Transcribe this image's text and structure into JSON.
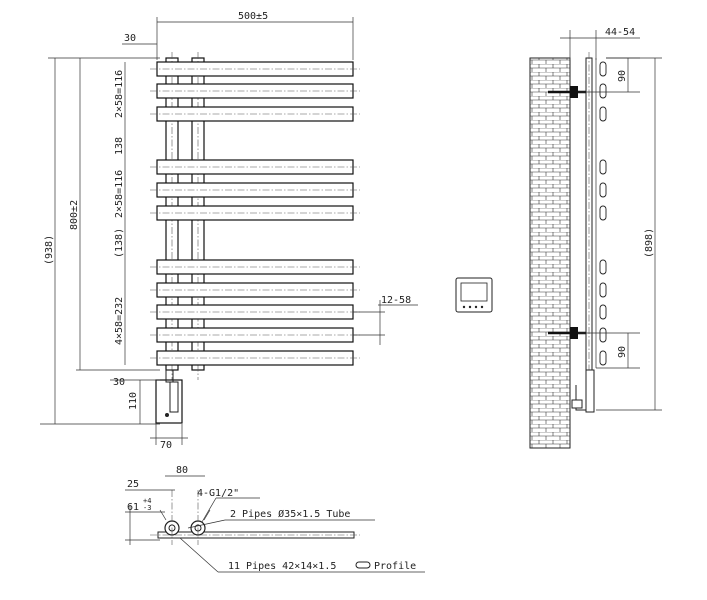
{
  "labels": {
    "width": "500±5",
    "top_offset": "30",
    "bottom_offset": "30",
    "group1_spacing": "2×58=116",
    "group1_gap": "138",
    "group2_spacing": "2×58=116",
    "group2_gap": "(138)",
    "group3_spacing": "4×58=232",
    "overall_height": "(938)",
    "pipe_height": "800±2",
    "pitch": "12-58",
    "box_height": "110",
    "box_width": "70",
    "depth": "44-54",
    "wall_top": "90",
    "wall_bottom": "90",
    "side_height": "(898)",
    "plan_25": "25",
    "plan_80": "80",
    "plan_61": "61",
    "plan_61_plus": "+4",
    "plan_61_minus": "-3",
    "thread": "4-G1/2\"",
    "pipes": "2 Pipes Ø35×1.5 Tube",
    "profile": "11 Pipes 42×14×1.5",
    "profile_word": "Profile"
  },
  "icons": [
    "thermostat-icon"
  ]
}
